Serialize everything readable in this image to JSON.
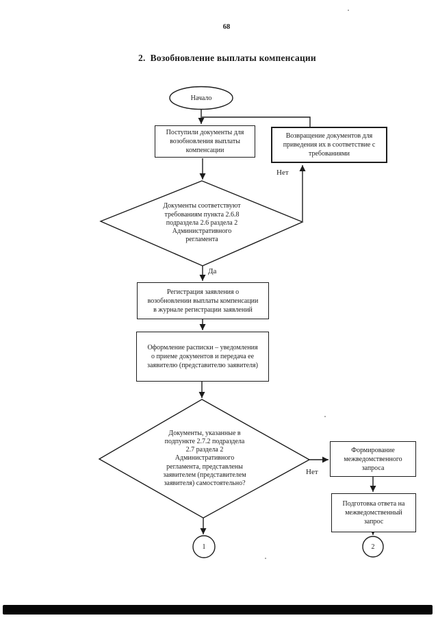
{
  "colors": {
    "ink": "#1c1c1c",
    "paper": "#ffffff",
    "bottom_bar": "#070707"
  },
  "page": {
    "number": "68",
    "title": "2.  Возобновление выплаты компенсации"
  },
  "flowchart": {
    "start_label": "Начало",
    "nodes": {
      "received_docs": "Поступили документы для\nвозобновления выплаты\nкомпенсации",
      "return_docs": "Возвращение документов для\nприведения их в соответствие с\nтребованиями",
      "decision_compliance": "Документы соответствуют\nтребованиям пункта 2.6.8\nподраздела 2.6 раздела 2\nАдминистративного\nрегламента",
      "register_application": "Регистрация заявления о\nвозобновлении выплаты компенсации\nв журнале регистрации заявлений",
      "issue_receipt": "Оформление расписки – уведомления\nо приеме документов и передача ее\nзаявителю (представителю заявителя)",
      "decision_self_submitted": "Документы, указанные в\nподпункте  2.7.2 подраздела\n2.7 раздела 2\nАдминистративного\nрегламента, представлены\nзаявителем  (представителем\nзаявителя) самостоятельно?",
      "form_request": "Формирование\nмежведомственного\nзапроса",
      "prepare_response": "Подготовка ответа на\nмежведомственный\nзапрос"
    },
    "edge_labels": {
      "no_top": "Нет",
      "yes": "Да",
      "no_bottom": "Нет"
    },
    "connectors": {
      "c1": "1",
      "c2": "2"
    }
  }
}
